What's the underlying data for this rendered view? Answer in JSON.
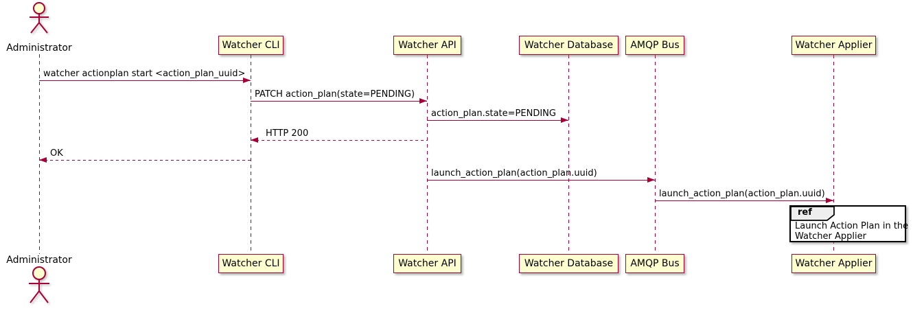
{
  "diagram_type": "uml-sequence-diagram",
  "actor": {
    "name": "Administrator"
  },
  "participants": [
    {
      "label": "Watcher CLI"
    },
    {
      "label": "Watcher API"
    },
    {
      "label": "Watcher Database"
    },
    {
      "label": "AMQP Bus"
    },
    {
      "label": "Watcher Applier"
    }
  ],
  "messages": [
    {
      "from": "Administrator",
      "to": "Watcher CLI",
      "label": "watcher actionplan start <action_plan_uuid>",
      "line": "solid",
      "direction": "right"
    },
    {
      "from": "Watcher CLI",
      "to": "Watcher API",
      "label": "PATCH action_plan(state=PENDING)",
      "line": "solid",
      "direction": "right"
    },
    {
      "from": "Watcher API",
      "to": "Watcher Database",
      "label": "action_plan.state=PENDING",
      "line": "solid",
      "direction": "right"
    },
    {
      "from": "Watcher API",
      "to": "Watcher CLI",
      "label": "HTTP 200",
      "line": "dashed",
      "direction": "left"
    },
    {
      "from": "Watcher CLI",
      "to": "Administrator",
      "label": "OK",
      "line": "dashed",
      "direction": "left"
    },
    {
      "from": "Watcher API",
      "to": "AMQP Bus",
      "label": "launch_action_plan(action_plan.uuid)",
      "line": "solid",
      "direction": "right"
    },
    {
      "from": "AMQP Bus",
      "to": "Watcher Applier",
      "label": "launch_action_plan(action_plan.uuid)",
      "line": "solid",
      "direction": "right"
    }
  ],
  "ref": {
    "keyword": "ref",
    "line1": "Launch Action Plan in the",
    "line2": "Watcher Applier"
  },
  "colors": {
    "participant_fill": "#FEFECE",
    "border": "#A80036",
    "arrow": "#A80036",
    "text": "#000000",
    "ref_header_fill": "#EEEEEE",
    "ref_border": "#000000",
    "background": "#FFFFFF"
  }
}
